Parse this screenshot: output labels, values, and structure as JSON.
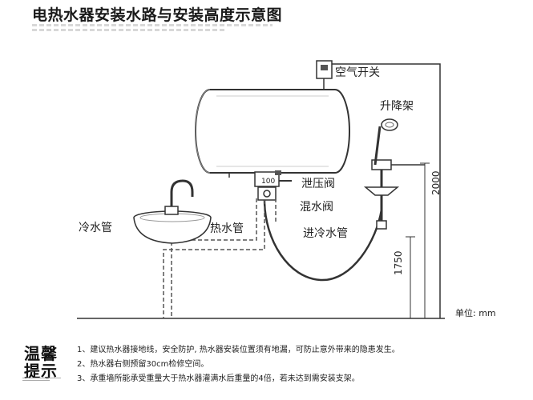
{
  "title": "电热水器安装水路与安装高度示意图",
  "labels": {
    "air_switch": "空气开关",
    "lift_rack": "升降架",
    "relief_valve": "泄压阀",
    "mixing_valve": "混水阀",
    "cold_inlet_pipe": "进冷水管",
    "cold_pipe": "冷水管",
    "hot_pipe": "热水管",
    "valve_number": "100"
  },
  "dimensions": {
    "height_total": "2000",
    "height_shower": "1750",
    "unit": "单位: mm"
  },
  "tips": {
    "heading_line1": "温馨",
    "heading_line2": "提示",
    "notes": [
      "1、建议热水器接地线，安全防护, 热水器安装位置须有地漏，可防止意外带来的隐患发生。",
      "2、热水器右侧预留30cm检修空间。",
      "3、承重墙所能承受重量大于热水器灌满水后重量的4倍，若未达到需安装支架。"
    ]
  }
}
